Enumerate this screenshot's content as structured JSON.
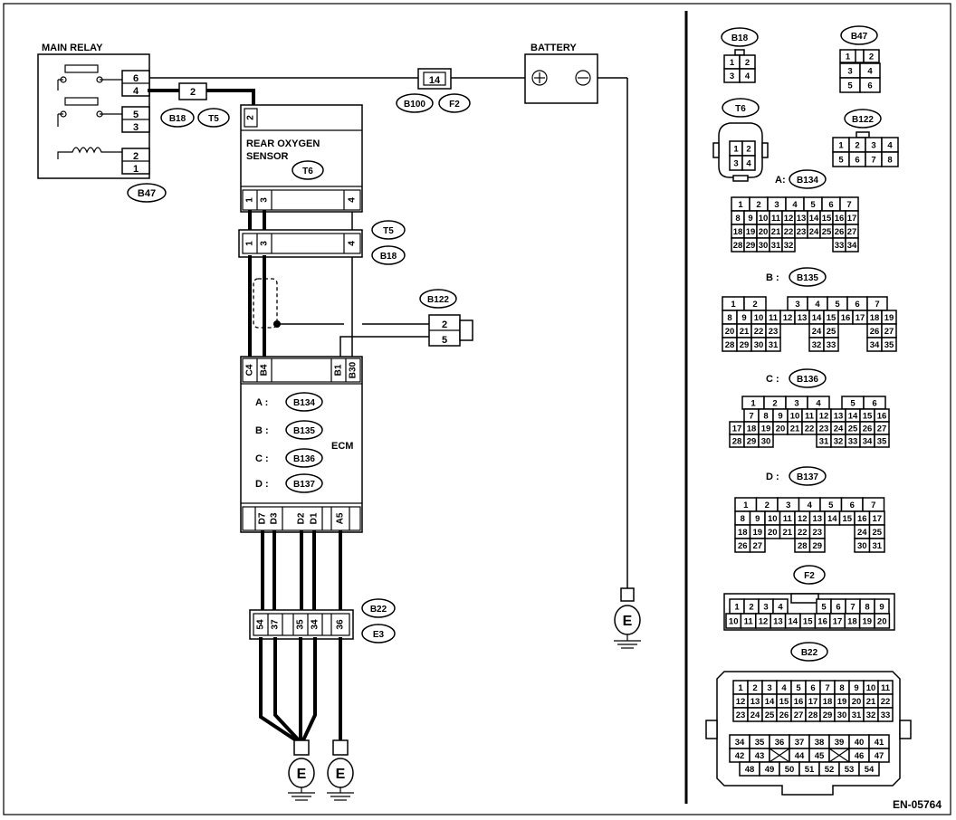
{
  "main_relay": {
    "title": "MAIN RELAY",
    "pins": [
      "6",
      "4",
      "5",
      "3",
      "2",
      "1"
    ],
    "connector": "B47"
  },
  "battery": {
    "title": "BATTERY"
  },
  "fuse_connector": {
    "pin": "14",
    "codes": [
      "B100",
      "F2"
    ]
  },
  "relay_link": {
    "pin": "2",
    "codes": [
      "B18",
      "T5"
    ]
  },
  "sensor": {
    "title_line1": "REAR OXYGEN",
    "title_line2": "SENSOR",
    "connector": "T6",
    "top_pin": "2",
    "bottom_pins": [
      "1",
      "3",
      "4"
    ]
  },
  "joint": {
    "pins": [
      "1",
      "3",
      "4"
    ],
    "codes": [
      "T5",
      "B18"
    ]
  },
  "b122": {
    "code": "B122",
    "pins": [
      "2",
      "5"
    ]
  },
  "ecm": {
    "title": "ECM",
    "top_pins": [
      "C4",
      "B4",
      "B1",
      "B30"
    ],
    "bottom_pins": [
      "D7",
      "D3",
      "D2",
      "D1",
      "A5"
    ],
    "connectors": [
      {
        "letter": "A :",
        "code": "B134"
      },
      {
        "letter": "B :",
        "code": "B135"
      },
      {
        "letter": "C :",
        "code": "B136"
      },
      {
        "letter": "D :",
        "code": "B137"
      }
    ]
  },
  "bottom_joint": {
    "pins": [
      "54",
      "37",
      "35",
      "34",
      "36"
    ],
    "codes": [
      "B22",
      "E3"
    ]
  },
  "ground": {
    "label": "E"
  },
  "right_panel": {
    "b18": {
      "code": "B18",
      "rows": [
        [
          "1",
          "2"
        ],
        [
          "3",
          "4"
        ]
      ]
    },
    "b47": {
      "code": "B47",
      "rows": [
        [
          "1",
          "2"
        ],
        [
          "3",
          "4"
        ],
        [
          "5",
          "6"
        ]
      ]
    },
    "t6": {
      "code": "T6",
      "rows": [
        [
          "1",
          "2"
        ],
        [
          "3",
          "4"
        ]
      ]
    },
    "b122": {
      "code": "B122",
      "rows": [
        [
          "1",
          "2",
          "3",
          "4"
        ],
        [
          "5",
          "6",
          "7",
          "8"
        ]
      ]
    },
    "b134": {
      "prefix": "A:",
      "code": "B134",
      "row1": [
        "1",
        "2",
        "3",
        "4",
        "5",
        "6",
        "7"
      ],
      "rows": [
        [
          "8",
          "9",
          "10",
          "11",
          "12",
          "13",
          "14",
          "15",
          "16",
          "17"
        ],
        [
          "18",
          "19",
          "20",
          "21",
          "22",
          "23",
          "24",
          "25",
          "26",
          "27"
        ],
        [
          "28",
          "29",
          "30",
          "31",
          "32",
          "",
          "",
          "",
          "33",
          "34"
        ]
      ]
    },
    "b135": {
      "prefix": "B :",
      "code": "B135",
      "row1": [
        "1",
        "2",
        "",
        "3",
        "4",
        "5",
        "6",
        "7"
      ],
      "rows": [
        [
          "8",
          "9",
          "10",
          "11",
          "12",
          "13",
          "14",
          "15",
          "16",
          "17",
          "18",
          "19"
        ],
        [
          "20",
          "21",
          "22",
          "23",
          "",
          "",
          "24",
          "25",
          "",
          "",
          "26",
          "27"
        ],
        [
          "28",
          "29",
          "30",
          "31",
          "",
          "",
          "32",
          "33",
          "",
          "",
          "34",
          "35"
        ]
      ]
    },
    "b136": {
      "prefix": "C :",
      "code": "B136",
      "row1": [
        "1",
        "2",
        "3",
        "4",
        "",
        "5",
        "6"
      ],
      "rows": [
        [
          "",
          "7",
          "8",
          "9",
          "10",
          "11",
          "12",
          "13",
          "14",
          "15",
          "16"
        ],
        [
          "17",
          "18",
          "19",
          "20",
          "21",
          "22",
          "23",
          "24",
          "25",
          "26",
          "27"
        ],
        [
          "28",
          "29",
          "30",
          "",
          "",
          "",
          "31",
          "32",
          "33",
          "34",
          "35"
        ]
      ]
    },
    "b137": {
      "prefix": "D :",
      "code": "B137",
      "row1": [
        "1",
        "2",
        "3",
        "4",
        "5",
        "6",
        "7"
      ],
      "rows": [
        [
          "8",
          "9",
          "10",
          "11",
          "12",
          "13",
          "14",
          "15",
          "16",
          "17"
        ],
        [
          "18",
          "19",
          "20",
          "21",
          "22",
          "23",
          "",
          "",
          "24",
          "25"
        ],
        [
          "26",
          "27",
          "",
          "",
          "28",
          "29",
          "",
          "",
          "30",
          "31"
        ]
      ]
    },
    "f2": {
      "code": "F2",
      "top": [
        "1",
        "2",
        "3",
        "4",
        "",
        "5",
        "6",
        "7",
        "8",
        "9"
      ],
      "bottom": [
        "10",
        "11",
        "12",
        "13",
        "14",
        "15",
        "16",
        "17",
        "18",
        "19",
        "20"
      ]
    },
    "b22": {
      "code": "B22",
      "rows": [
        [
          "1",
          "2",
          "3",
          "4",
          "5",
          "6",
          "7",
          "8",
          "9",
          "10",
          "11"
        ],
        [
          "12",
          "13",
          "14",
          "15",
          "16",
          "17",
          "18",
          "19",
          "20",
          "21",
          "22"
        ],
        [
          "23",
          "24",
          "25",
          "26",
          "27",
          "28",
          "29",
          "30",
          "31",
          "32",
          "33"
        ]
      ],
      "lower": [
        [
          "34",
          "35",
          "36",
          "37",
          "38",
          "39",
          "40",
          "41"
        ],
        [
          "42",
          "43",
          "X",
          "44",
          "45",
          "X",
          "46",
          "47"
        ],
        [
          "48",
          "49",
          "50",
          "51",
          "52",
          "53",
          "54"
        ]
      ]
    }
  },
  "figure_id": "EN-05764"
}
